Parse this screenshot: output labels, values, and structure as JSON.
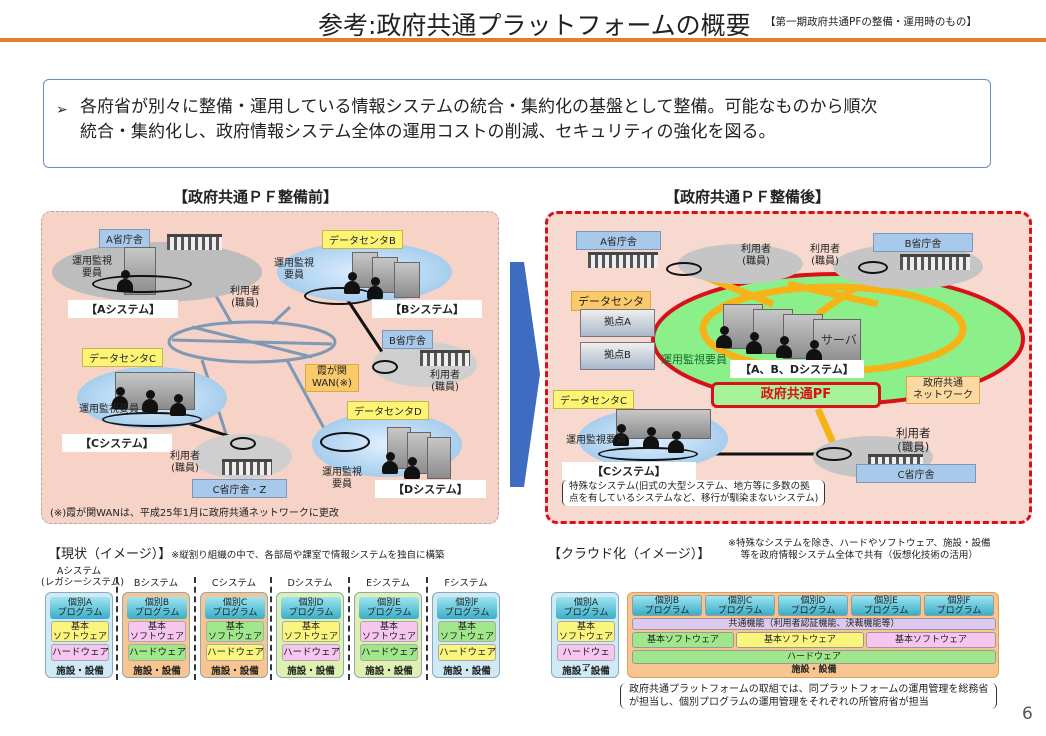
{
  "header": {
    "title": "参考:政府共通プラットフォームの概要",
    "subtitle": "【第一期政府共通PFの整備・運用時のもの】",
    "accent_color": "#e77b2a"
  },
  "summary": {
    "bullet": "➢",
    "line1": "各府省が別々に整備・運用している情報システムの統合・集約化の基盤として整備。可能なものから順次",
    "line2": "統合・集約化し、政府情報システム全体の運用コストの削減、セキュリティの強化を図る。"
  },
  "before": {
    "title": "【政府共通ＰＦ整備前】",
    "labels": {
      "a_office": "A省庁舎",
      "dc_b": "データセンタB",
      "b_office": "B省庁舎",
      "dc_c": "データセンタC",
      "dc_d": "データセンタD",
      "c_office": "C省庁舎・Z",
      "wan": "霞が関\nWAN(※)"
    },
    "ops_staff": "運用監視\n要員",
    "ops_staff_inline": "運用監視要員",
    "user": "利用者\n(職員)",
    "systems": [
      "【Aシステム】",
      "【Bシステム】",
      "【Cシステム】",
      "【Dシステム】"
    ],
    "footnote": "(※)霞が関WANは、平成25年1月に政府共通ネットワークに更改"
  },
  "after": {
    "title": "【政府共通ＰＦ整備後】",
    "labels": {
      "a_office": "A省庁舎",
      "b_office": "B省庁舎",
      "c_office": "C省庁舎",
      "dc": "データセンタ",
      "site_a": "拠点A",
      "site_b": "拠点B",
      "dc_c": "データセンタC",
      "network": "政府共通\nネットワーク"
    },
    "user": "利用者\n(職員)",
    "ops_staff": "運用監視要員",
    "server": "サーバ",
    "abd_system": "【A、B、Dシステム】",
    "c_system": "【Cシステム】",
    "platform": "政府共通PF",
    "special_note": "特殊なシステム(旧式の大型システム、地方等に多数の拠\n点を有しているシステムなど、移行が馴染まないシステム)"
  },
  "current_image": {
    "title": "【現状（イメージ）】",
    "note": "※縦割り組織の中で、各部局や課室で情報システムを独自に構築",
    "columns": [
      {
        "head": "Aシステム\n(レガシーシステム)",
        "program": "個別A\nプログラム",
        "software": "基本\nソフトウェア",
        "hardware": "ハードウェア",
        "facility": "施設・設備"
      },
      {
        "head": "Bシステム",
        "program": "個別B\nプログラム",
        "software": "基本\nソフトウェア",
        "hardware": "ハードウェア",
        "facility": "施設・設備"
      },
      {
        "head": "Cシステム",
        "program": "個別C\nプログラム",
        "software": "基本\nソフトウェア",
        "hardware": "ハードウェア",
        "facility": "施設・設備"
      },
      {
        "head": "Dシステム",
        "program": "個別D\nプログラム",
        "software": "基本\nソフトウェア",
        "hardware": "ハードウェア",
        "facility": "施設・設備"
      },
      {
        "head": "Eシステム",
        "program": "個別E\nプログラム",
        "software": "基本\nソフトウェア",
        "hardware": "ハードウェア",
        "facility": "施設・設備"
      },
      {
        "head": "Fシステム",
        "program": "個別F\nプログラム",
        "software": "基本\nソフトウェア",
        "hardware": "ハードウェア",
        "facility": "施設・設備"
      }
    ]
  },
  "cloud_image": {
    "title": "【クラウド化（イメージ）】",
    "note": "※特殊なシステムを除き、ハードやソフトウェア、施設・設備\n等を政府情報システム全体で共有（仮想化技術の活用）",
    "standalone": {
      "program": "個別A\nプログラム",
      "software": "基本\nソフトウェア",
      "hardware": "ハードウェア",
      "facility": "施設・設備"
    },
    "programs": [
      "個別B\nプログラム",
      "個別C\nプログラム",
      "個別D\nプログラム",
      "個別E\nプログラム",
      "個別F\nプログラム"
    ],
    "common_functions": "共通機能（利用者認証機能、決裁機能等）",
    "software": [
      "基本ソフトウェア",
      "基本ソフトウェア",
      "基本ソフトウェア"
    ],
    "hardware": "ハードウェア",
    "facility": "施設・設備",
    "bottom_note": "政府共通プラットフォームの取組では、同プラットフォームの運用管理を総務省\nが担当し、個別プログラムの運用管理をそれぞれの所管府省が担当"
  },
  "page_number": "6"
}
